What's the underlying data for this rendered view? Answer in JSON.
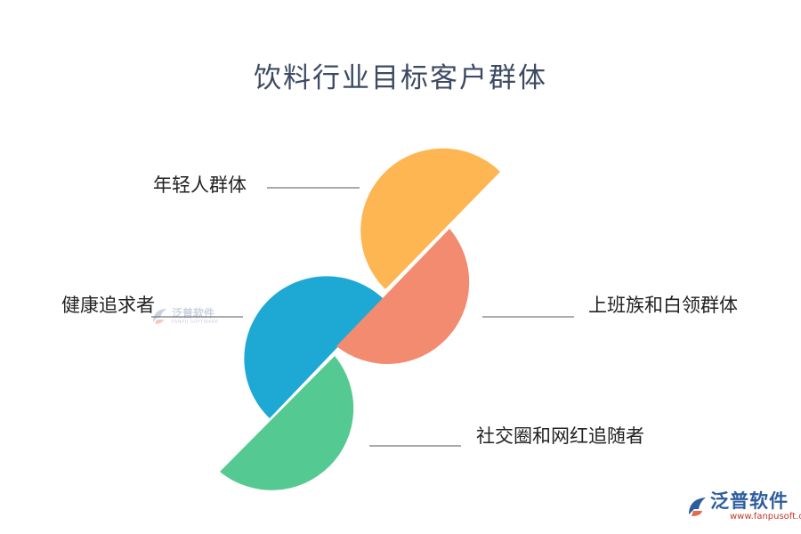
{
  "title": "饮料行业目标客户群体",
  "segments": [
    {
      "id": "young",
      "label": "年轻人群体",
      "color": "#FDB652"
    },
    {
      "id": "office",
      "label": "上班族和白领群体",
      "color": "#F28B70"
    },
    {
      "id": "health",
      "label": "健康追求者",
      "color": "#1EA8D4"
    },
    {
      "id": "social",
      "label": "社交圈和网红追随者",
      "color": "#55C992"
    }
  ],
  "watermark": {
    "cn": "泛普软件",
    "en": "FANPU SOFTWARE"
  },
  "brand": {
    "cn": "泛普软件",
    "url": "www.fanpusoft.com"
  }
}
